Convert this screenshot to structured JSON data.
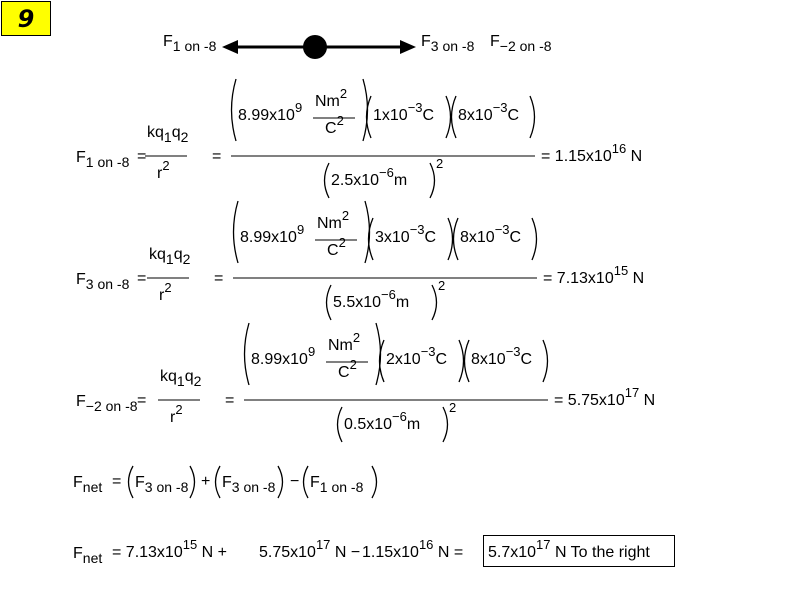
{
  "badge": "9",
  "diagram": {
    "left_label": "F",
    "left_sub": "1 on -8",
    "right_label1": "F",
    "right_sub1": "3 on -8",
    "right_label2": "F",
    "right_sub2": "−2 on -8"
  },
  "eq1": {
    "lhs": "F",
    "lhs_sub": "1 on -8",
    "const": "8.99x10",
    "const_exp": "9",
    "nm": "Nm",
    "nm_exp": "2",
    "c": "C",
    "c_exp": "2",
    "q1": "1x10",
    "q1_exp": "−3",
    "q1_unit": "C",
    "q2": "8x10",
    "q2_exp": "−3",
    "q2_unit": "C",
    "r": "2.5x10",
    "r_exp": "−6",
    "r_unit": "m",
    "r_pow": "2",
    "result": "= 1.15x10",
    "result_exp": "16",
    "result_unit": "N"
  },
  "eq2": {
    "lhs": "F",
    "lhs_sub": "3 on -8",
    "const": "8.99x10",
    "const_exp": "9",
    "nm": "Nm",
    "nm_exp": "2",
    "c": "C",
    "c_exp": "2",
    "q1": "3x10",
    "q1_exp": "−3",
    "q1_unit": "C",
    "q2": "8x10",
    "q2_exp": "−3",
    "q2_unit": "C",
    "r": "5.5x10",
    "r_exp": "−6",
    "r_unit": "m",
    "r_pow": "2",
    "result": "= 7.13x10",
    "result_exp": "15",
    "result_unit": "N"
  },
  "eq3": {
    "lhs": "F",
    "lhs_sub": "−2 on -8",
    "const": "8.99x10",
    "const_exp": "9",
    "nm": "Nm",
    "nm_exp": "2",
    "c": "C",
    "c_exp": "2",
    "q1": "2x10",
    "q1_exp": "−3",
    "q1_unit": "C",
    "q2": "8x10",
    "q2_exp": "−3",
    "q2_unit": "C",
    "r": "0.5x10",
    "r_exp": "−6",
    "r_unit": "m",
    "r_pow": "2",
    "result": "= 5.75x10",
    "result_exp": "17",
    "result_unit": "N"
  },
  "coulomb": {
    "num": "kq",
    "num_sub1": "1",
    "num_mid": "q",
    "num_sub2": "2",
    "den": "r",
    "den_exp": "2",
    "eq": "="
  },
  "net1": {
    "lhs": "F",
    "lhs_sub": "net",
    "eq": "=",
    "t1": "F",
    "t1_sub": "3 on -8",
    "op1": "+",
    "t2": "F",
    "t2_sub": "3 on -8",
    "op2": "−",
    "t3": "F",
    "t3_sub": "1 on -8"
  },
  "net2": {
    "lhs": "F",
    "lhs_sub": "net",
    "a": "= 7.13x10",
    "a_exp": "15",
    "a_unit": "N +",
    "b": "5.75x10",
    "b_exp": "17",
    "b_unit": "N −",
    "c": "1.15x10",
    "c_exp": "16",
    "c_unit": "N =",
    "ans": "5.7x10",
    "ans_exp": "17",
    "ans_unit": "N To the right"
  }
}
